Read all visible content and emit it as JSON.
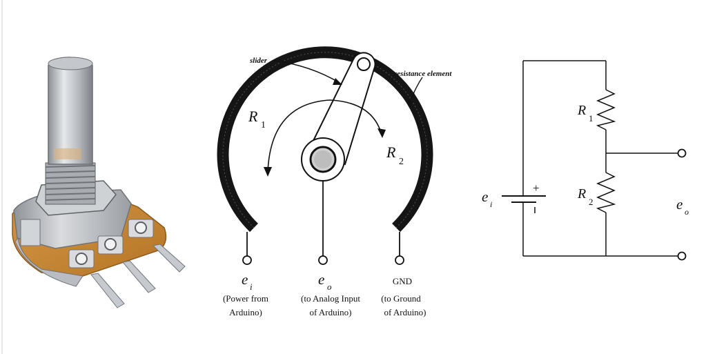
{
  "potentiometer_photo": {
    "description_icon": "potentiometer-photo"
  },
  "pot_diagram": {
    "slider_label": "slider",
    "resistance_label": "resistance element",
    "r1_letter": "R",
    "r1_sub": "1",
    "r2_letter": "R",
    "r2_sub": "2",
    "terminals": [
      {
        "symbol": "e",
        "sub": "i",
        "line1": "(Power from",
        "line2": "Arduino)"
      },
      {
        "symbol": "e",
        "sub": "o",
        "line1": "(to Analog Input",
        "line2": "of Arduino)"
      },
      {
        "symbol": "GND",
        "sub": "",
        "line1": "(to Ground",
        "line2": "of Arduino)"
      }
    ]
  },
  "circuit": {
    "r1_letter": "R",
    "r1_sub": "1",
    "r2_letter": "R",
    "r2_sub": "2",
    "ei_letter": "e",
    "ei_sub": "i",
    "eo_letter": "e",
    "eo_sub": "o",
    "plus": "+"
  },
  "colors": {
    "ink": "#111111",
    "brass": "#c98a36",
    "steel": "#c9cbcf"
  }
}
